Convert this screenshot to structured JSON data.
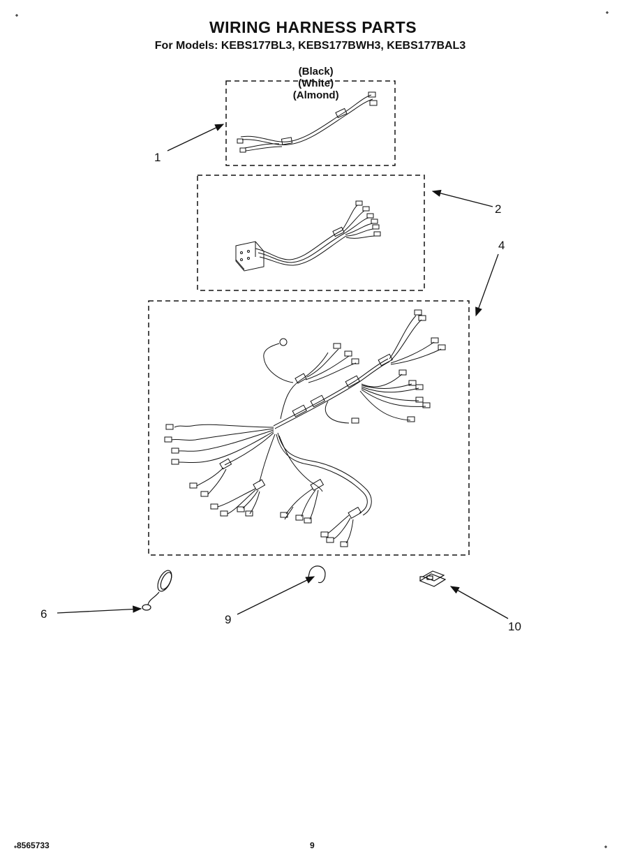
{
  "header": {
    "title": "WIRING HARNESS PARTS",
    "models_line": "For Models: KEBS177BL3, KEBS177BWH3, KEBS177BAL3",
    "colors": [
      "(Black)",
      "(White)",
      "(Almond)"
    ]
  },
  "callouts": {
    "c1": "1",
    "c2": "2",
    "c4": "4",
    "c6": "6",
    "c9": "9",
    "c10": "10"
  },
  "footer": {
    "doc_number": "8565733",
    "page_number": "9"
  },
  "icons": [
    "wire-harness-1-icon",
    "wire-harness-2-icon",
    "main-wire-harness-icon",
    "ground-wire-icon",
    "tie-wrap-icon",
    "clip-icon"
  ]
}
